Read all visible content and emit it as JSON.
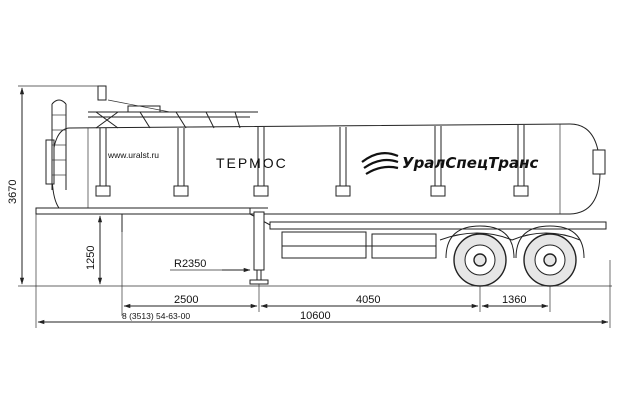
{
  "drawing": {
    "model_label": "ТЕРМОС",
    "brand_name": "УралСпецТранс",
    "website": "www.uralst.ru",
    "phone": "8 (3513) 54-63-00"
  },
  "dimensions": {
    "overall_height": "3670",
    "fifth_wheel_height": "1250",
    "kingpin_radius": "R2350",
    "kingpin_to_support": "2500",
    "support_to_axles": "4050",
    "axle_spacing": "1360",
    "overall_length": "10600"
  }
}
